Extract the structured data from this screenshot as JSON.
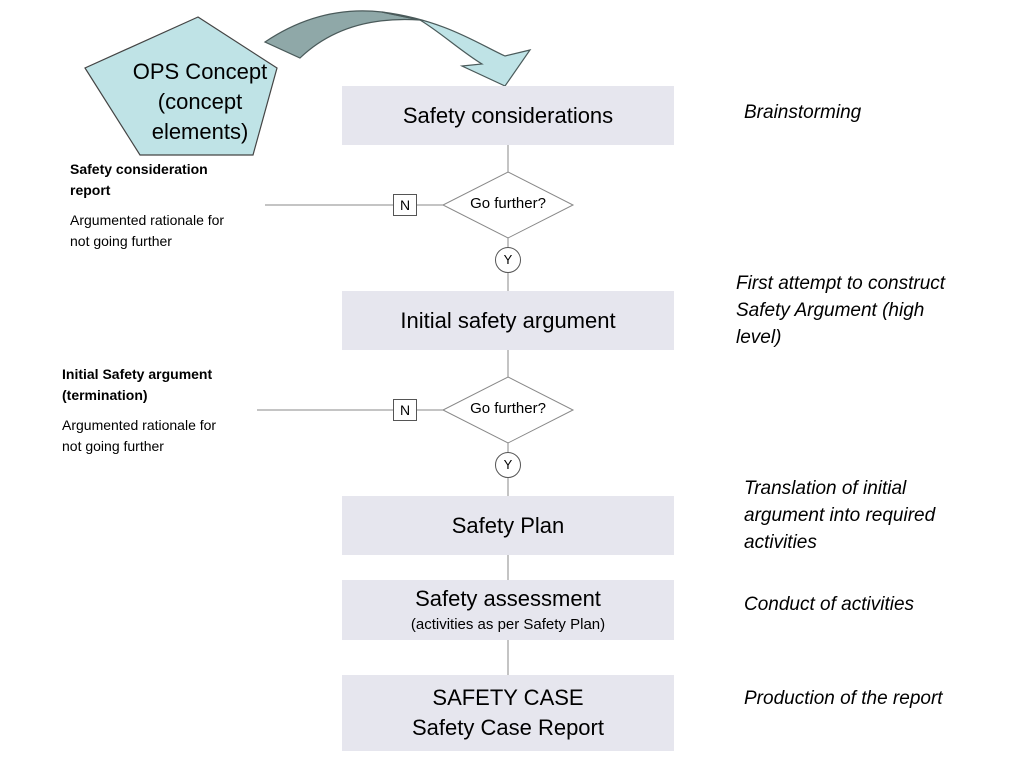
{
  "ops_concept": {
    "line1": "OPS Concept",
    "line2": "(concept",
    "line3": "elements)"
  },
  "steps": {
    "safety_considerations": "Safety considerations",
    "initial_safety_argument": "Initial safety argument",
    "safety_plan": "Safety Plan",
    "safety_assessment": "Safety assessment",
    "safety_assessment_sub": "(activities as per Safety Plan)",
    "safety_case_line1": "SAFETY CASE",
    "safety_case_line2": "Safety Case Report"
  },
  "decisions": {
    "first": "Go further?",
    "second": "Go further?",
    "no_label": "N",
    "yes_label": "Y"
  },
  "notes": {
    "brainstorming": "Brainstorming",
    "first_attempt_1": "First attempt to construct",
    "first_attempt_2": "Safety Argument (high",
    "first_attempt_3": "level)",
    "translation_1": "Translation of initial",
    "translation_2": "argument into required",
    "translation_3": "activities",
    "conduct": "Conduct of activities",
    "production": "Production of the report"
  },
  "side_outputs": {
    "first_title_1": "Safety consideration",
    "first_title_2": "report",
    "first_text_1": "Argumented rationale for",
    "first_text_2": "not going further",
    "second_title_1": "Initial Safety argument",
    "second_title_2": "(termination)",
    "second_text_1": "Argumented rationale for",
    "second_text_2": "not going further"
  },
  "colors": {
    "step_box_fill": "#e6e6ee",
    "ops_fill": "#bfe3e6",
    "arrow_dark": "#8fa8a8",
    "arrow_light": "#bfe3e6",
    "line": "#888888"
  }
}
